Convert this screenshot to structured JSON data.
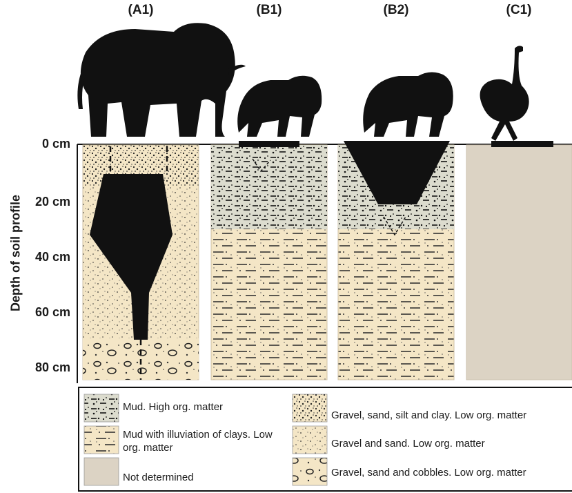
{
  "columns": [
    {
      "id": "A1",
      "label": "(A1)"
    },
    {
      "id": "B1",
      "label": "(B1)"
    },
    {
      "id": "B2",
      "label": "(B2)"
    },
    {
      "id": "C1",
      "label": "(C1)"
    }
  ],
  "y_axis": {
    "title": "Depth of soil profile",
    "ticks": [
      "0 cm",
      "20 cm",
      "40 cm",
      "60 cm",
      "80 cm"
    ]
  },
  "legend": {
    "items": [
      {
        "key": "mud_high_org",
        "label": "Mud. High org. matter"
      },
      {
        "key": "mud_illuviation",
        "label": "Mud with illuviation of clays. Low org. matter"
      },
      {
        "key": "not_determined",
        "label": "Not determined"
      },
      {
        "key": "gravel_sand_silt_clay",
        "label": "Gravel, sand, silt and clay. Low org. matter"
      },
      {
        "key": "gravel_sand",
        "label": "Gravel and sand. Low org. matter"
      },
      {
        "key": "gravel_sand_cobbles",
        "label": "Gravel, sand and cobbles. Low org. matter"
      }
    ]
  },
  "colors": {
    "beige": "#f4e6c6",
    "mud": "#dcdcce",
    "not_determined": "#dcd3c4",
    "ink": "#111111"
  },
  "icons": [
    "elephant-icon",
    "lion-icon",
    "lion-icon",
    "ostrich-icon"
  ]
}
